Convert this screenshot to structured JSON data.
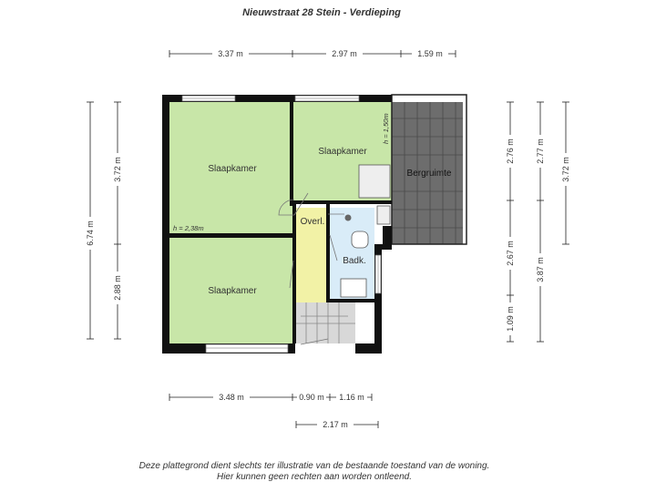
{
  "title": "Nieuwstraat 28 Stein - Verdieping",
  "colors": {
    "bedroom": "#c8e6a8",
    "hallway": "#f2f2a6",
    "bathroom": "#d9ecf8",
    "storage": "#6d6d6d",
    "stairs": "#d8d8d8",
    "wall": "#111111"
  },
  "rooms": {
    "bedroom_top_left": "Slaapkamer",
    "bedroom_top_right": "Slaapkamer",
    "bedroom_bottom_left": "Slaapkamer",
    "hallway": "Overl.",
    "bathroom": "Badk.",
    "storage": "Bergruimte"
  },
  "heights": {
    "left": "h = 2,38m",
    "right": "h = 1,50m"
  },
  "dimensions": {
    "top": [
      "3.37 m",
      "2.97 m",
      "1.59 m"
    ],
    "bottom_row1": [
      "3.48 m",
      "0.90 m",
      "1.16 m"
    ],
    "bottom_row2": [
      "2.17 m"
    ],
    "left_outer": [
      "6.74 m"
    ],
    "left_inner": [
      "3.72 m",
      "2.88 m"
    ],
    "right_inner": [
      "2.76 m",
      "2.67 m",
      "1.09 m"
    ],
    "right_middle": [
      "2.77 m",
      "3.87 m"
    ],
    "right_outer": [
      "3.72 m"
    ]
  },
  "disclaimer": [
    "Deze plattegrond dient slechts ter illustratie van de bestaande toestand van de woning.",
    "Hier kunnen geen rechten aan worden ontleend."
  ]
}
